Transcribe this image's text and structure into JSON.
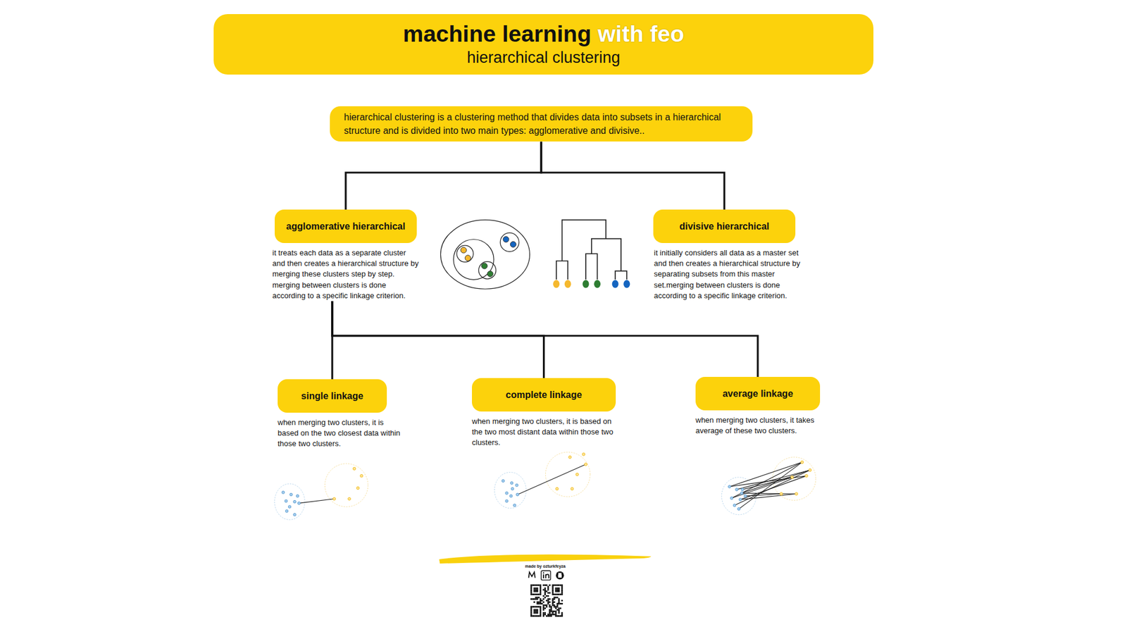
{
  "diagram": {
    "title": "machine learning",
    "nodes": [
      {
        "text": [
          "hierarchical clustering is a clustering method that divides data into subsets in a hierarchical structure and is divided into two main types: agglomerative and divisive.."
        ]
      },
      {
        "text": [
          "agglomerative hierarchical",
          "it treats each data as a separate cluster and then creates a hierarchical structure by merging these clusters step by step. merging between clusters is done according to a specific linkage criterion."
        ]
      },
      {
        "text": [
          "divisive hierarchical",
          "it initially considers all data as a master set and then creates a hierarchical structure by separating subsets from this master set.merging between clusters is done according to a specific linkage criterion."
        ]
      },
      {
        "text": [
          "single linkage",
          "when merging two clusters, it is based on the two closest data within those two clusters."
        ]
      },
      {
        "text": [
          "complete linkage",
          "when merging two clusters, it is based on the two most distant data within those two clusters."
        ]
      },
      {
        "text": [
          "average linkage",
          "when merging two clusters, it takes average of these two clusters."
        ]
      }
    ],
    "edges": [
      {
        "from": 0,
        "to": 1,
        "arrow": "none"
      },
      {
        "from": 0,
        "to": 2,
        "arrow": "none"
      },
      {
        "from": 1,
        "to": 3,
        "arrow": "none"
      },
      {
        "from": 1,
        "to": 4,
        "arrow": "none"
      },
      {
        "from": 1,
        "to": 5,
        "arrow": "none"
      }
    ],
    "labels": [
      "with feo",
      "hierarchical clustering",
      "made by ozturkfeyza"
    ]
  }
}
